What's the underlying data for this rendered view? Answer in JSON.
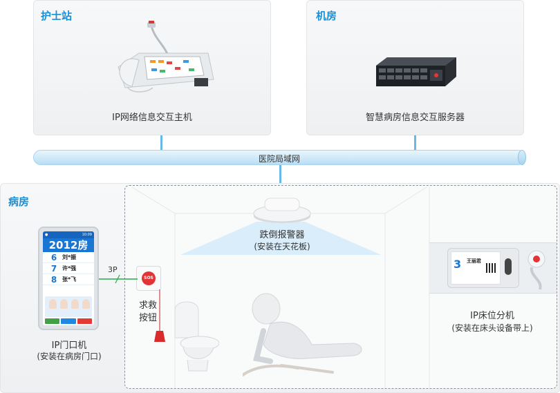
{
  "nurse_station": {
    "title": "护士站",
    "device_caption": "IP网络信息交互主机"
  },
  "machine_room": {
    "title": "机房",
    "device_caption": "智慧病房信息交互服务器"
  },
  "network": {
    "label": "医院局域网"
  },
  "ward": {
    "title": "病房",
    "door_device": {
      "name": "IP门口机",
      "note": "(安装在病房门口)",
      "screen": {
        "room": "2012房",
        "clock": "10:09",
        "beds": [
          {
            "num": "6",
            "name": "刘*振"
          },
          {
            "num": "7",
            "name": "许*强"
          },
          {
            "num": "8",
            "name": "张*飞"
          }
        ]
      }
    },
    "cable_label": "3P",
    "help_button": {
      "line1": "求救",
      "line2": "按钮",
      "badge": "SOS"
    },
    "fall_alarm": {
      "name": "跌倒报警器",
      "note": "(安装在天花板)"
    },
    "bed_terminal": {
      "name": "IP床位分机",
      "note": "(安装在床头设备带上)",
      "screen": {
        "bed": "3",
        "patient": "王丽君"
      }
    }
  },
  "colors": {
    "accent": "#1a8fd6",
    "link_line": "#69b9e6",
    "cable": "#2aa84a"
  }
}
